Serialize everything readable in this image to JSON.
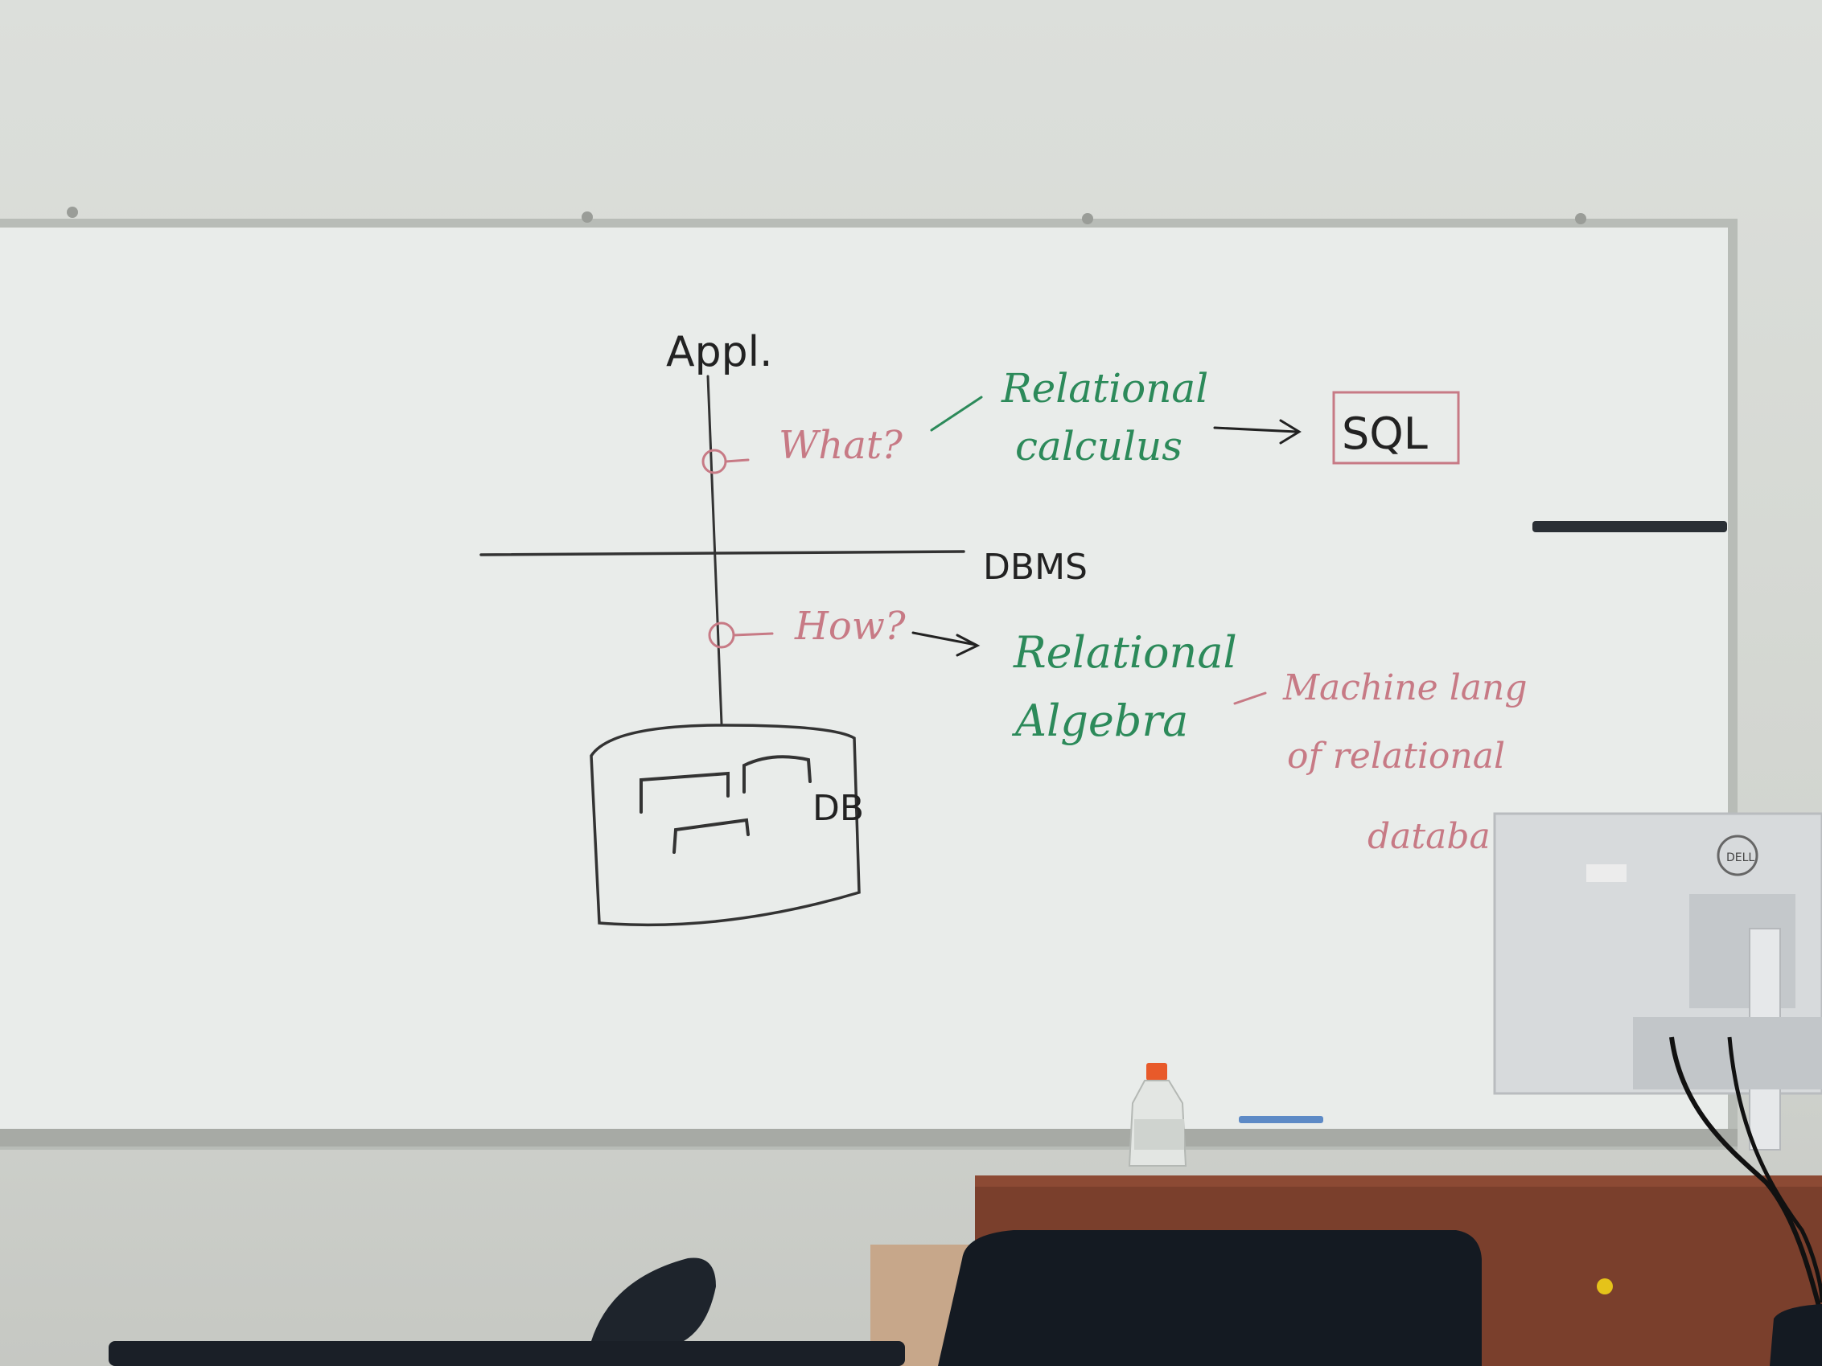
{
  "board": {
    "app_label": "Appl.",
    "what_label": "What?",
    "relational_calculus_line1": "Relational",
    "relational_calculus_line2": "calculus",
    "sql_label": "SQL",
    "dbms_label": "DBMS",
    "how_label": "How?",
    "relational_algebra_line1": "Relational",
    "relational_algebra_line2": "Algebra",
    "machine_lang_line1": "Machine lang",
    "machine_lang_line2": "of relational",
    "machine_lang_line3": "databa",
    "db_label": "DB"
  },
  "colors": {
    "whiteboard": "#e9ecea",
    "black_marker": "#222222",
    "green_marker": "#2c8a5a",
    "red_marker": "#c77a85",
    "desk_wood": "#7a3f2c",
    "chair": "#141a22"
  },
  "monitor": {
    "brand": "DELL"
  },
  "icons": [
    "bottle-icon",
    "monitor-icon",
    "chair-icon"
  ]
}
